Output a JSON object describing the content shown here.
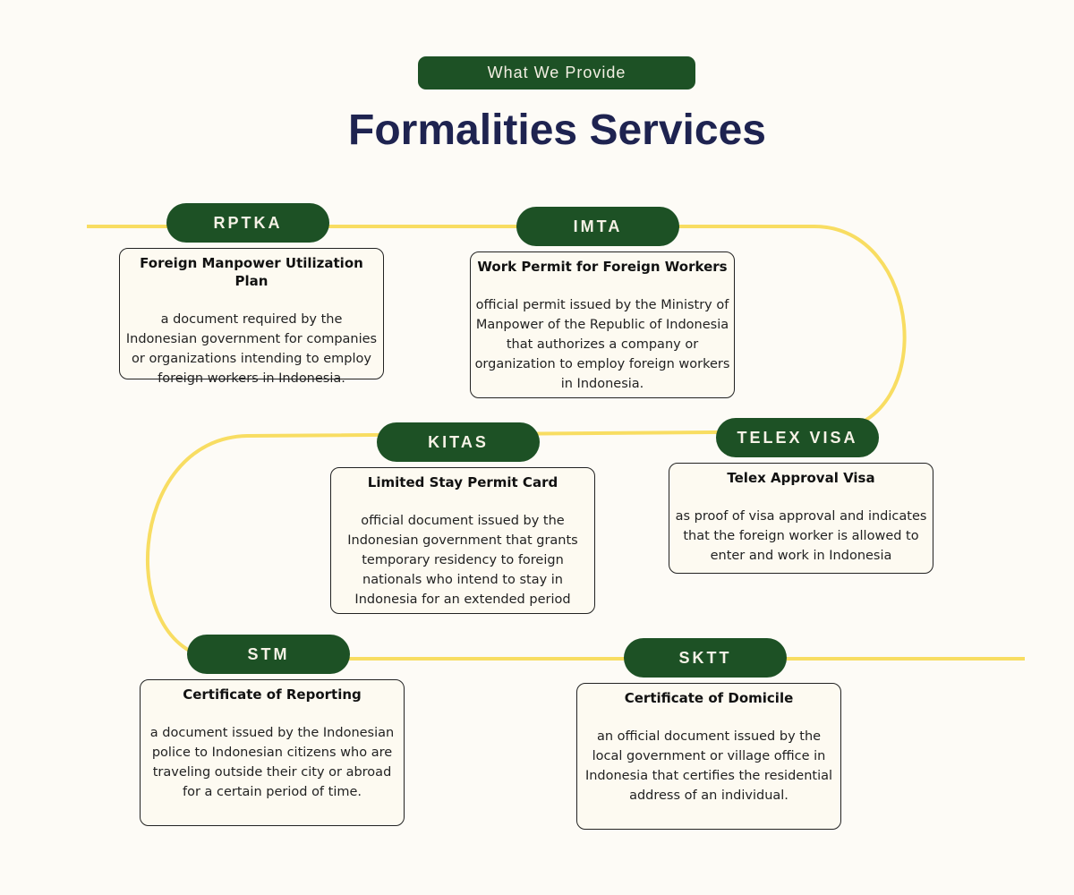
{
  "header": {
    "badge": "What We Provide",
    "title": "Formalities Services"
  },
  "colors": {
    "path": "#f8dd62",
    "tag_bg": "#1d5125",
    "title": "#1e2350",
    "background": "#fdfbf6"
  },
  "services": [
    {
      "tag": "RPTKA",
      "title": "Foreign Manpower Utilization Plan",
      "description": "a document required by the Indonesian government for companies or organizations intending to employ foreign workers in Indonesia."
    },
    {
      "tag": "IMTA",
      "title": "Work Permit for Foreign Workers",
      "description": "official permit issued by the Ministry of Manpower of the Republic of Indonesia that authorizes a company or organization to employ foreign workers in Indonesia."
    },
    {
      "tag": "KITAS",
      "title": "Limited Stay Permit Card",
      "description": "official document issued by the Indonesian government that grants temporary residency to foreign nationals who intend to stay in Indonesia for an extended period"
    },
    {
      "tag": "TELEX VISA",
      "title": "Telex Approval Visa",
      "description": "as proof of visa approval and indicates that the foreign worker is allowed to enter and work in Indonesia"
    },
    {
      "tag": "STM",
      "title": "Certificate of Reporting",
      "description": "a document issued by the Indonesian police to Indonesian citizens who are traveling outside their city or abroad for a certain period of time."
    },
    {
      "tag": "SKTT",
      "title": "Certificate of Domicile",
      "description": "an official document issued by the local government or village office in Indonesia that certifies the residential address of an individual."
    }
  ]
}
